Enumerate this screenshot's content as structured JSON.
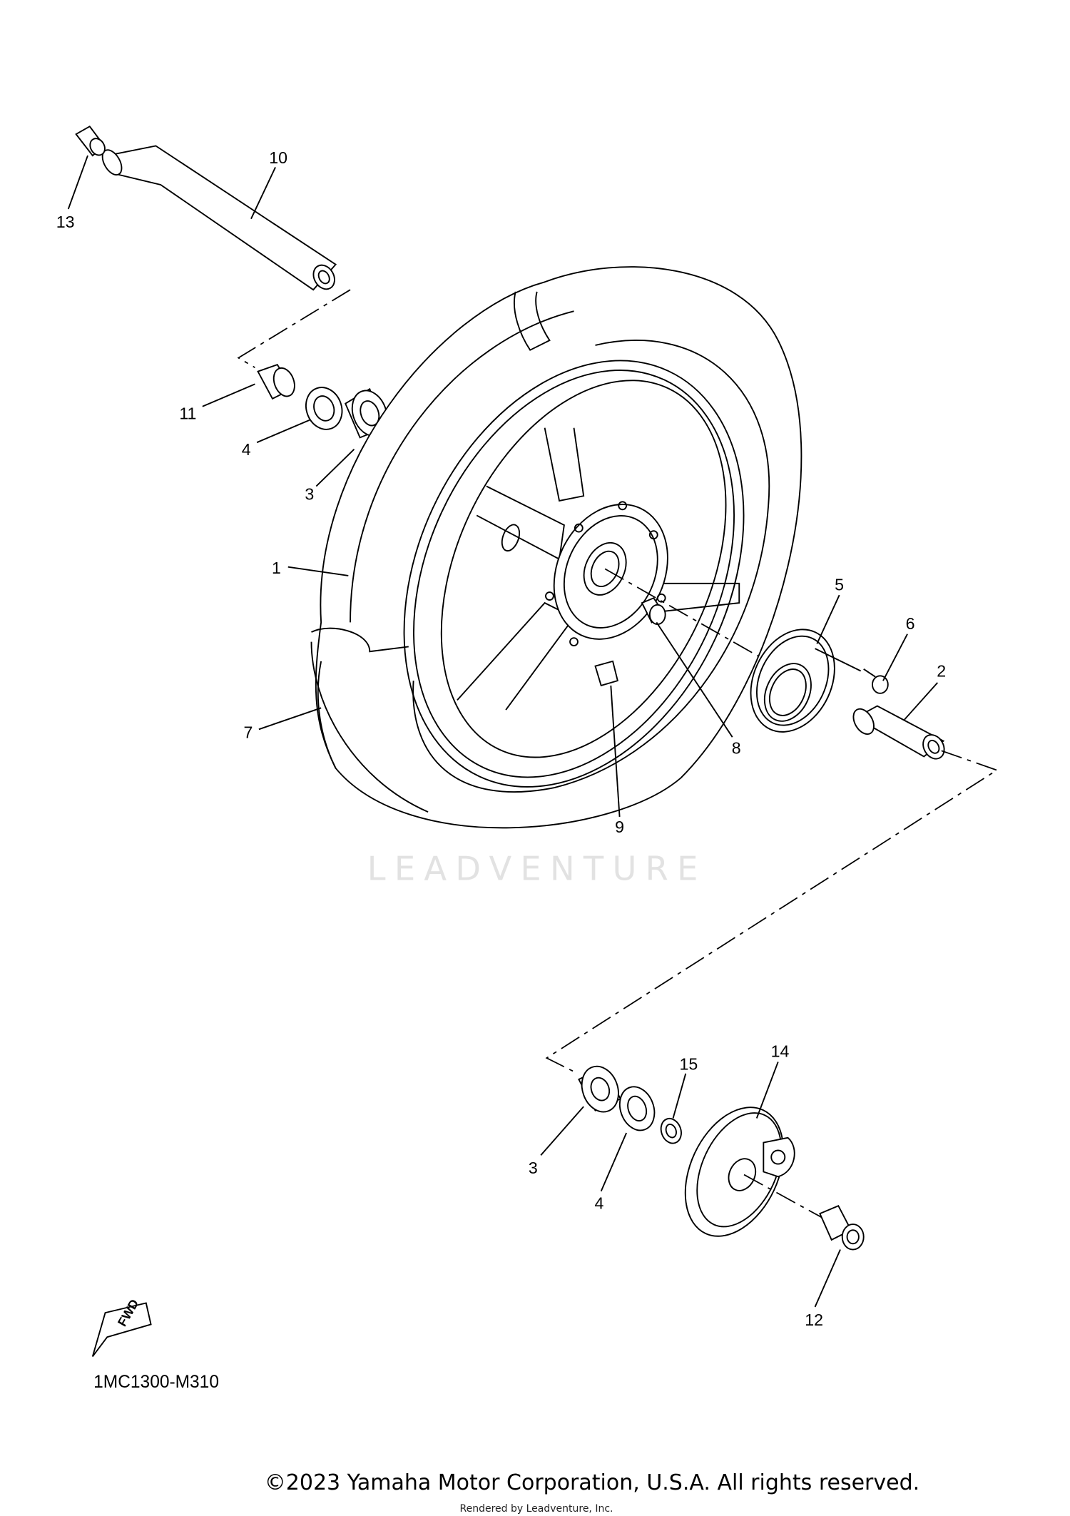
{
  "diagram": {
    "callouts": [
      {
        "part": "10"
      },
      {
        "part": "13"
      },
      {
        "part": "11"
      },
      {
        "part": "4"
      },
      {
        "part": "3"
      },
      {
        "part": "1"
      },
      {
        "part": "5"
      },
      {
        "part": "6"
      },
      {
        "part": "2"
      },
      {
        "part": "7"
      },
      {
        "part": "8"
      },
      {
        "part": "9"
      },
      {
        "part": "15"
      },
      {
        "part": "14"
      },
      {
        "part": "3"
      },
      {
        "part": "4"
      },
      {
        "part": "12"
      }
    ],
    "fwd_label": "FWD",
    "diagram_code": "1MC1300-M310",
    "watermark": "LEADVENTURE"
  },
  "footer": {
    "copyright": "©2023 Yamaha Motor Corporation, U.S.A. All rights reserved.",
    "rendered_by": "Rendered by Leadventure, Inc."
  }
}
